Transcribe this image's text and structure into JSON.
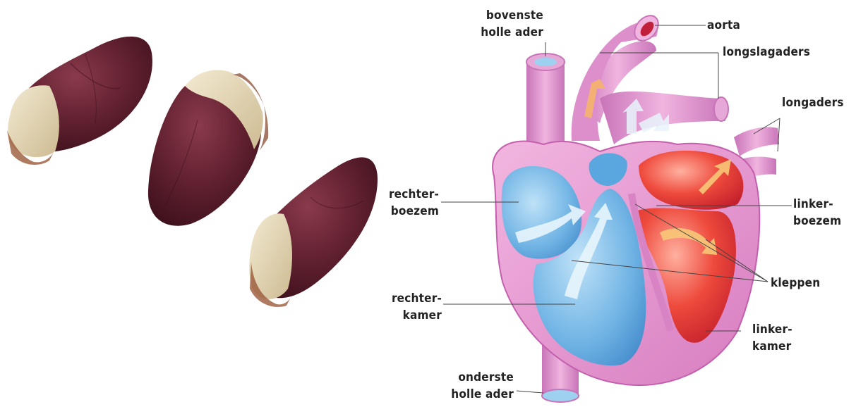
{
  "labels": {
    "bovenste_holle_ader": [
      "bovenste",
      "holle ader"
    ],
    "aorta": [
      "aorta"
    ],
    "longslagaders": [
      "longslagaders"
    ],
    "longaders": [
      "longaders"
    ],
    "rechterboezem": [
      "rechter-",
      "boezem"
    ],
    "linkerboezem": [
      "linker-",
      "boezem"
    ],
    "kleppen": [
      "kleppen"
    ],
    "rechterkamer": [
      "rechter-",
      "kamer"
    ],
    "linkerkamer": [
      "linker-",
      "kamer"
    ],
    "onderste_holle_ader": [
      "onderste",
      "holle ader"
    ]
  },
  "colors": {
    "heart_wall": "#e99bd2",
    "heart_wall_dark": "#c86bb2",
    "vessel": "#dc8ccc",
    "blue_chamber": "#6aaee0",
    "red_chamber": "#e23a3a",
    "meat": "#5a1e2a",
    "fat": "#e8dcc0"
  }
}
